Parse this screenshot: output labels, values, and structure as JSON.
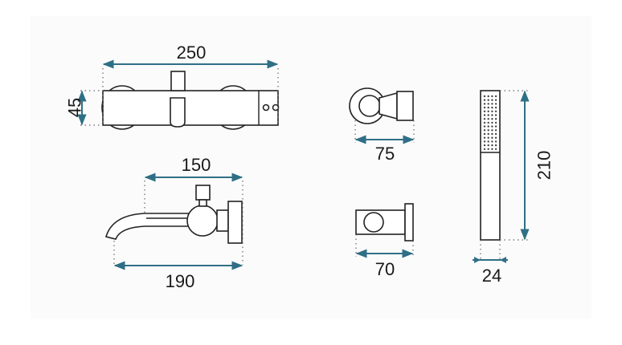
{
  "dimensions": {
    "mixer_width": "250",
    "mixer_height": "45",
    "spout_length": "150",
    "mixer_depth": "190",
    "handle_holder_diameter": "75",
    "wall_outlet_depth": "70",
    "shower_head_length": "210",
    "shower_head_width": "24"
  },
  "colors": {
    "dimension_line": "#2f6f86",
    "outline": "#222222",
    "background": "#fbfbfb"
  }
}
